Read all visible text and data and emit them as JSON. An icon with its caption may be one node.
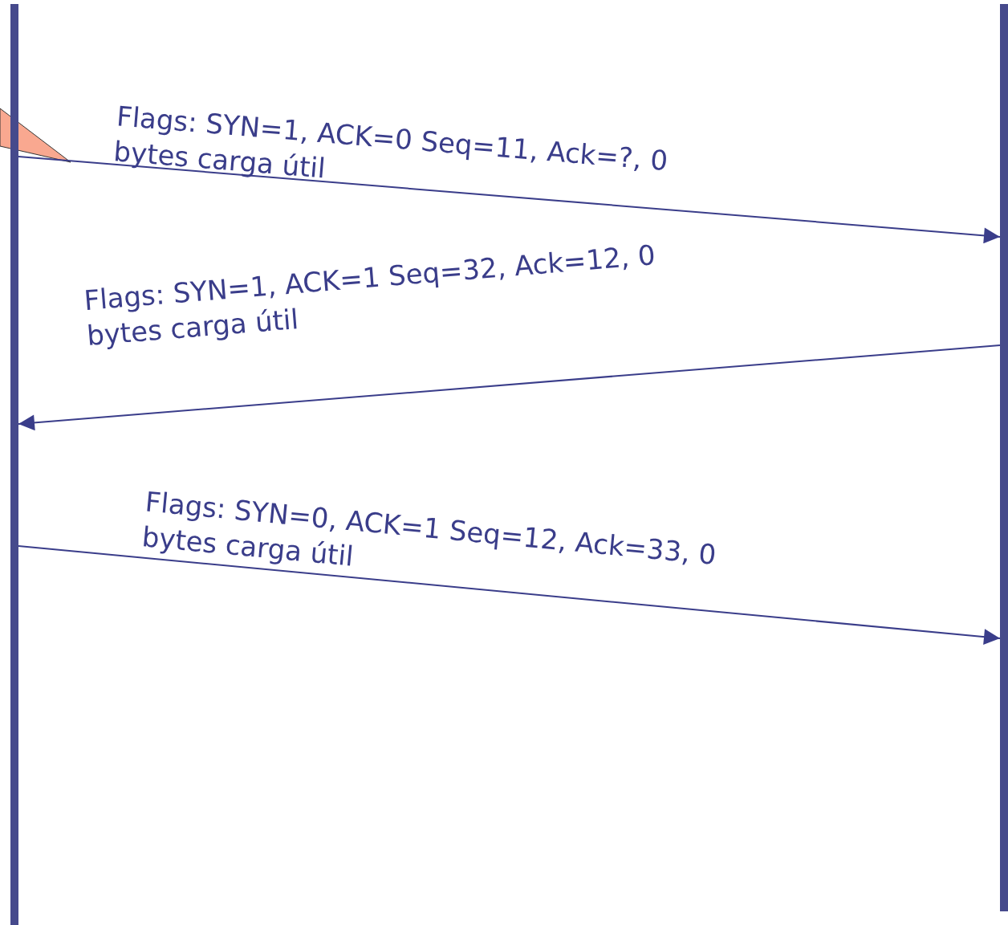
{
  "diagram": {
    "nodes": [
      {
        "text": [],
        "shape": "bar"
      },
      {
        "text": [],
        "shape": "bar"
      },
      {
        "text": [],
        "shape": "callout"
      }
    ],
    "edges": [
      {
        "from": 0,
        "to": 1,
        "arrow": "to",
        "label": "Flags: SYN=1, ACK=0 Seq=11, Ack=?, 0 bytes carga útil"
      },
      {
        "from": 1,
        "to": 0,
        "arrow": "to",
        "label": "Flags: SYN=1, ACK=1 Seq=32, Ack=12, 0 bytes carga útil"
      },
      {
        "from": 0,
        "to": 1,
        "arrow": "to",
        "label": "Flags: SYN=0, ACK=1 Seq=12, Ack=33, 0 bytes carga útil"
      }
    ]
  }
}
